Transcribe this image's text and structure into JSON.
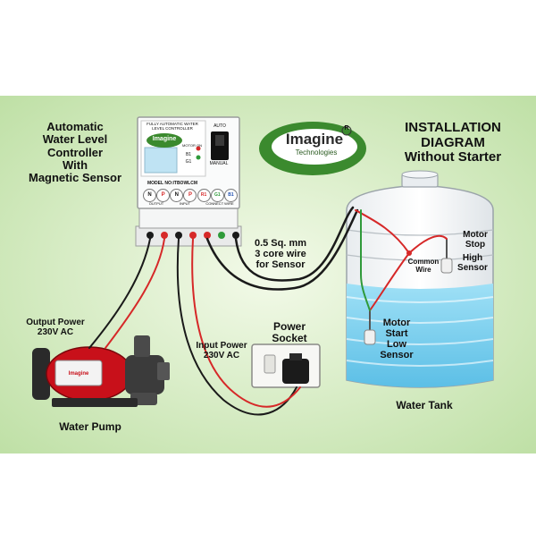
{
  "title": {
    "line1": "INSTALLATION",
    "line2": "DIAGRAM",
    "line3": "Without Starter"
  },
  "controller_heading": {
    "line1": "Automatic",
    "line2": "Water Level",
    "line3": "Controller",
    "line4": "With",
    "line5": "Magnetic Sensor"
  },
  "brand": {
    "name": "Imagine",
    "tagline": "Technologies",
    "registered": "R"
  },
  "controller_unit": {
    "top_text": "FULLY AUTOMATIC WATER LEVEL CONTROLLER",
    "motor_on": "MOTOR ON",
    "auto": "AUTO",
    "manual": "MANUAL",
    "b1": "B1",
    "g1": "G1",
    "model": "MODEL NO:ITBOWLCM",
    "terminals": [
      "N",
      "P",
      "N",
      "P",
      "R1",
      "G1",
      "B1"
    ],
    "output": "OUTPUT",
    "input": "INPUT",
    "sensor_note": "CONNECT WIRE"
  },
  "labels": {
    "sensor_wire": [
      "0.5 Sq. mm",
      "3 core wire",
      "for Sensor"
    ],
    "motor_stop": [
      "Motor",
      "Stop"
    ],
    "high_sensor": [
      "High",
      "Sensor"
    ],
    "common_wire": [
      "Common",
      "Wire"
    ],
    "motor_start": [
      "Motor",
      "Start",
      "Low",
      "Sensor"
    ],
    "output_power": [
      "Output Power",
      "230V AC"
    ],
    "input_power": [
      "Input Power",
      "230V AC"
    ],
    "power_socket": [
      "Power",
      "Socket"
    ],
    "water_pump": "Water Pump",
    "water_tank": "Water Tank"
  },
  "pump_badge": "Imagine",
  "colors": {
    "background": "#d7edc4",
    "water": "#8fd6f0",
    "brand_green": "#3b8a2e",
    "wire_black": "#1a1a1a",
    "wire_red": "#d62828",
    "wire_green": "#2f9a3a",
    "pump_red": "#c8101a"
  }
}
